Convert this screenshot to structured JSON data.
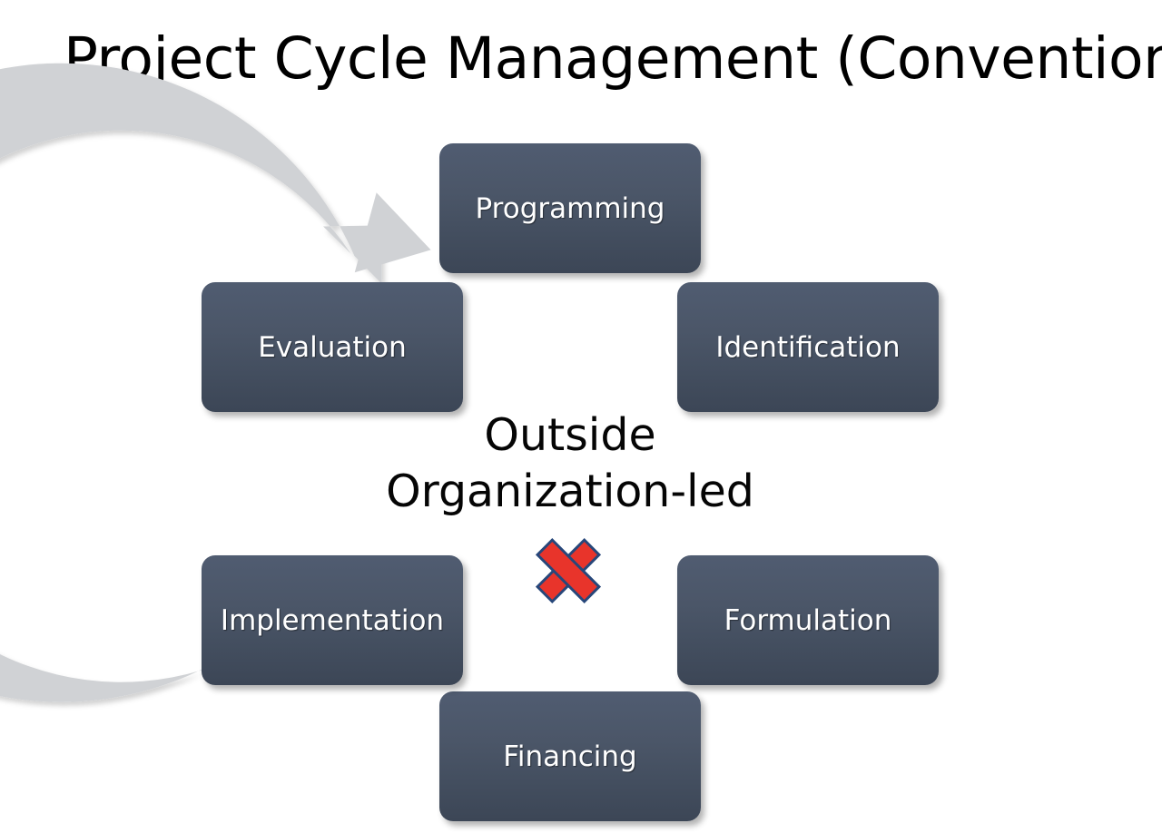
{
  "slide": {
    "title": "Project Cycle Management (Conventional)",
    "background_color": "#ffffff"
  },
  "center": {
    "line1": "Outside",
    "line2": "Organization-led",
    "text_color": "#050505",
    "mark": {
      "name": "red-x-mark",
      "fill_color": "#E8342B",
      "outline_color": "#27477A",
      "meaning": "not-applicable"
    }
  },
  "cycle": {
    "direction": "clockwise",
    "ring_color": "#D0D2D5",
    "box_gradient_top": "#505c71",
    "box_gradient_bottom": "#3c4656",
    "box_text_color": "#ffffff",
    "stages": [
      {
        "id": "programming",
        "label": "Programming",
        "position": "top"
      },
      {
        "id": "identification",
        "label": "Identification",
        "position": "top-right"
      },
      {
        "id": "formulation",
        "label": "Formulation",
        "position": "bottom-right"
      },
      {
        "id": "financing",
        "label": "Financing",
        "position": "bottom"
      },
      {
        "id": "implementation",
        "label": "Implementation",
        "position": "bottom-left"
      },
      {
        "id": "evaluation",
        "label": "Evaluation",
        "position": "top-left"
      }
    ]
  }
}
